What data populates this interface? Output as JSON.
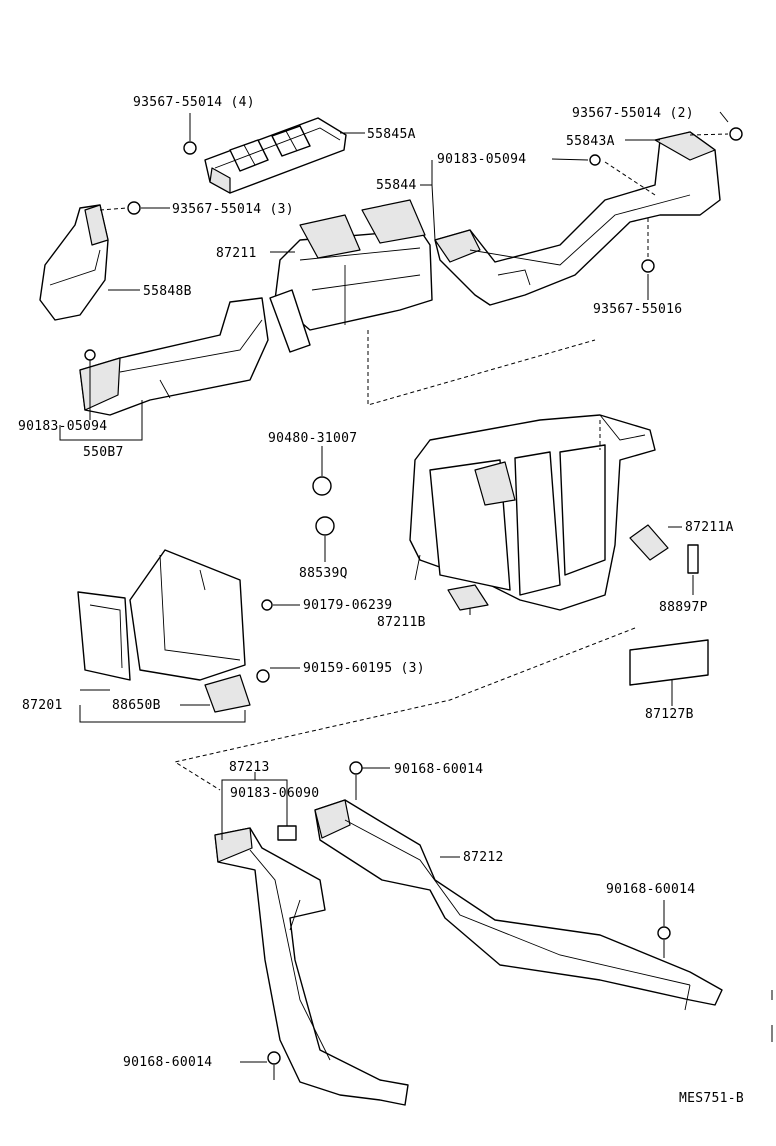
{
  "diagram_code": "MES751-B",
  "labels": {
    "screw_93567_55014_4": "93567-55014 (4)",
    "duct_55845A": "55845A",
    "screw_93567_55014_2": "93567-55014 (2)",
    "clip_55843A": "55843A",
    "clip_90183_05094_top": "90183-05094",
    "duct_55844": "55844",
    "screw_93567_55014_3": "93567-55014 (3)",
    "duct_87211": "87211",
    "duct_55848B": "55848B",
    "screw_93567_55016": "93567-55016",
    "clip_90183_05094_left": "90183-05094",
    "duct_55087": "550B7",
    "grommet_90480_31007": "90480-31007",
    "seal_88539Q": "88539Q",
    "part_87211A": "87211A",
    "sensor_88897P": "88897P",
    "nut_90179_06239": "90179-06239",
    "part_87211B": "87211B",
    "screw_90159_60195_3": "90159-60195 (3)",
    "case_87201": "87201",
    "resistor_88650B": "88650B",
    "filter_87127B": "87127B",
    "duct_87213": "87213",
    "screw_90168_60014_top": "90168-60014",
    "clip_90183_06090": "90183-06090",
    "duct_87212": "87212",
    "screw_90168_60014_right": "90168-60014",
    "screw_90168_60014_bottom": "90168-60014"
  }
}
